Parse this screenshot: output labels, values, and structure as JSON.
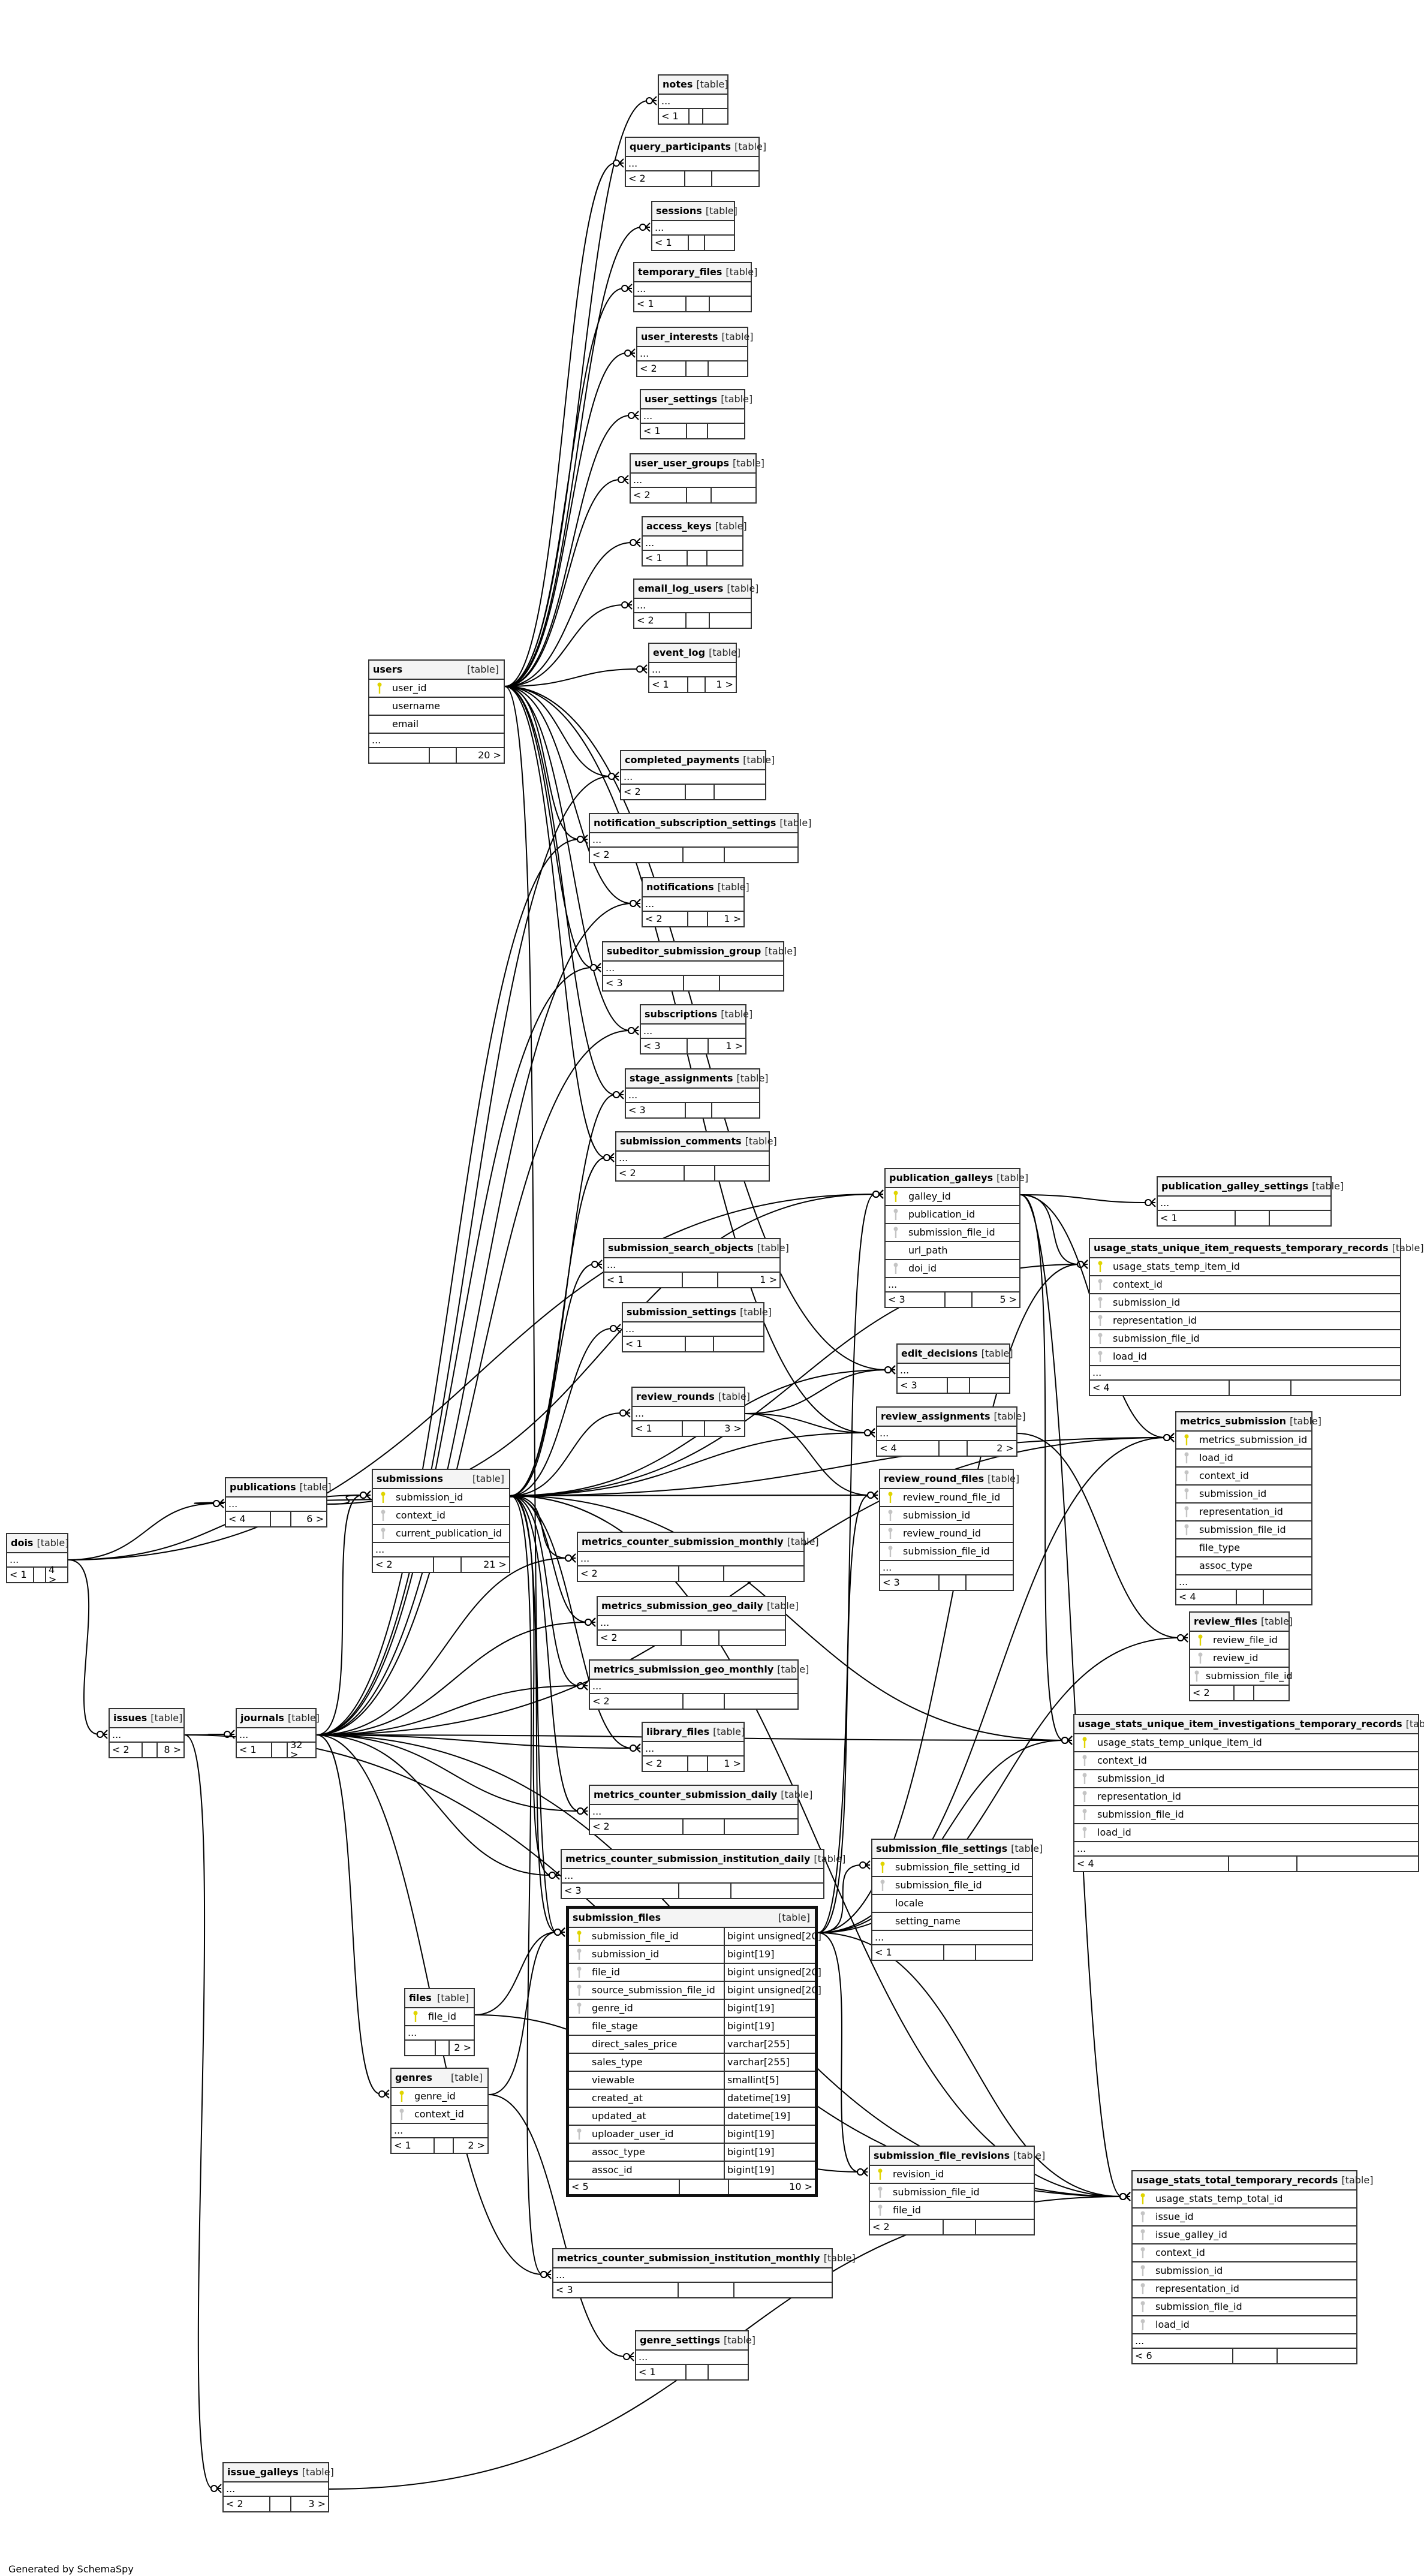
{
  "tag_label": "[table]",
  "ellipsis": "...",
  "footer_text": "Generated by SchemaSpy",
  "colors": {
    "primary_key": "#e0d400",
    "foreign_key": "#c4c4c4",
    "header_bg": "#f4f4f4"
  },
  "tables": [
    {
      "name": "notes",
      "cols": [],
      "ellipsis": true,
      "parents": "< 1",
      "children": ""
    },
    {
      "name": "query_participants",
      "cols": [],
      "ellipsis": true,
      "parents": "< 2",
      "children": ""
    },
    {
      "name": "sessions",
      "cols": [],
      "ellipsis": true,
      "parents": "< 1",
      "children": ""
    },
    {
      "name": "temporary_files",
      "cols": [],
      "ellipsis": true,
      "parents": "< 1",
      "children": ""
    },
    {
      "name": "user_interests",
      "cols": [],
      "ellipsis": true,
      "parents": "< 2",
      "children": ""
    },
    {
      "name": "user_settings",
      "cols": [],
      "ellipsis": true,
      "parents": "< 1",
      "children": ""
    },
    {
      "name": "user_user_groups",
      "cols": [],
      "ellipsis": true,
      "parents": "< 2",
      "children": ""
    },
    {
      "name": "access_keys",
      "cols": [],
      "ellipsis": true,
      "parents": "< 1",
      "children": ""
    },
    {
      "name": "email_log_users",
      "cols": [],
      "ellipsis": true,
      "parents": "< 2",
      "children": ""
    },
    {
      "name": "event_log",
      "cols": [],
      "ellipsis": true,
      "parents": "< 1",
      "children": "1 >"
    },
    {
      "name": "users",
      "cols": [
        {
          "name": "user_id",
          "key": "pk"
        },
        {
          "name": "username",
          "key": ""
        },
        {
          "name": "email",
          "key": ""
        }
      ],
      "ellipsis": true,
      "parents": "",
      "children": "20 >"
    },
    {
      "name": "completed_payments",
      "cols": [],
      "ellipsis": true,
      "parents": "< 2",
      "children": ""
    },
    {
      "name": "notification_subscription_settings",
      "cols": [],
      "ellipsis": true,
      "parents": "< 2",
      "children": ""
    },
    {
      "name": "notifications",
      "cols": [],
      "ellipsis": true,
      "parents": "< 2",
      "children": "1 >"
    },
    {
      "name": "subeditor_submission_group",
      "cols": [],
      "ellipsis": true,
      "parents": "< 3",
      "children": ""
    },
    {
      "name": "subscriptions",
      "cols": [],
      "ellipsis": true,
      "parents": "< 3",
      "children": "1 >"
    },
    {
      "name": "stage_assignments",
      "cols": [],
      "ellipsis": true,
      "parents": "< 3",
      "children": ""
    },
    {
      "name": "submission_comments",
      "cols": [],
      "ellipsis": true,
      "parents": "< 2",
      "children": ""
    },
    {
      "name": "publication_galleys",
      "cols": [
        {
          "name": "galley_id",
          "key": "pk"
        },
        {
          "name": "publication_id",
          "key": "fk"
        },
        {
          "name": "submission_file_id",
          "key": "fk"
        },
        {
          "name": "url_path",
          "key": ""
        },
        {
          "name": "doi_id",
          "key": "fk"
        }
      ],
      "ellipsis": true,
      "parents": "< 3",
      "children": "5 >"
    },
    {
      "name": "publication_galley_settings",
      "cols": [],
      "ellipsis": true,
      "parents": "< 1",
      "children": ""
    },
    {
      "name": "usage_stats_unique_item_requests_temporary_records",
      "cols": [
        {
          "name": "usage_stats_temp_item_id",
          "key": "pk"
        },
        {
          "name": "context_id",
          "key": "fk"
        },
        {
          "name": "submission_id",
          "key": "fk"
        },
        {
          "name": "representation_id",
          "key": "fk"
        },
        {
          "name": "submission_file_id",
          "key": "fk"
        },
        {
          "name": "load_id",
          "key": "fk"
        }
      ],
      "ellipsis": true,
      "parents": "< 4",
      "children": ""
    },
    {
      "name": "submission_search_objects",
      "cols": [],
      "ellipsis": true,
      "parents": "< 1",
      "children": "1 >"
    },
    {
      "name": "submission_settings",
      "cols": [],
      "ellipsis": true,
      "parents": "< 1",
      "children": ""
    },
    {
      "name": "edit_decisions",
      "cols": [],
      "ellipsis": true,
      "parents": "< 3",
      "children": ""
    },
    {
      "name": "review_rounds",
      "cols": [],
      "ellipsis": true,
      "parents": "< 1",
      "children": "3 >"
    },
    {
      "name": "review_assignments",
      "cols": [],
      "ellipsis": true,
      "parents": "< 4",
      "children": "2 >"
    },
    {
      "name": "metrics_submission",
      "cols": [
        {
          "name": "metrics_submission_id",
          "key": "pk"
        },
        {
          "name": "load_id",
          "key": "fk"
        },
        {
          "name": "context_id",
          "key": "fk"
        },
        {
          "name": "submission_id",
          "key": "fk"
        },
        {
          "name": "representation_id",
          "key": "fk"
        },
        {
          "name": "submission_file_id",
          "key": "fk"
        },
        {
          "name": "file_type",
          "key": ""
        },
        {
          "name": "assoc_type",
          "key": ""
        }
      ],
      "ellipsis": true,
      "parents": "< 4",
      "children": ""
    },
    {
      "name": "publications",
      "cols": [],
      "ellipsis": true,
      "parents": "< 4",
      "children": "6 >"
    },
    {
      "name": "submissions",
      "cols": [
        {
          "name": "submission_id",
          "key": "pk"
        },
        {
          "name": "context_id",
          "key": "fk"
        },
        {
          "name": "current_publication_id",
          "key": "fk"
        }
      ],
      "ellipsis": true,
      "parents": "< 2",
      "children": "21 >"
    },
    {
      "name": "review_round_files",
      "cols": [
        {
          "name": "review_round_file_id",
          "key": "pk"
        },
        {
          "name": "submission_id",
          "key": "fk"
        },
        {
          "name": "review_round_id",
          "key": "fk"
        },
        {
          "name": "submission_file_id",
          "key": "fk"
        }
      ],
      "ellipsis": true,
      "parents": "< 3",
      "children": ""
    },
    {
      "name": "dois",
      "cols": [],
      "ellipsis": true,
      "parents": "< 1",
      "children": "4 >"
    },
    {
      "name": "metrics_counter_submission_monthly",
      "cols": [],
      "ellipsis": true,
      "parents": "< 2",
      "children": ""
    },
    {
      "name": "metrics_submission_geo_daily",
      "cols": [],
      "ellipsis": true,
      "parents": "< 2",
      "children": ""
    },
    {
      "name": "review_files",
      "cols": [
        {
          "name": "review_file_id",
          "key": "pk"
        },
        {
          "name": "review_id",
          "key": "fk"
        },
        {
          "name": "submission_file_id",
          "key": "fk"
        }
      ],
      "ellipsis": false,
      "parents": "< 2",
      "children": ""
    },
    {
      "name": "metrics_submission_geo_monthly",
      "cols": [],
      "ellipsis": true,
      "parents": "< 2",
      "children": ""
    },
    {
      "name": "usage_stats_unique_item_investigations_temporary_records",
      "cols": [
        {
          "name": "usage_stats_temp_unique_item_id",
          "key": "pk"
        },
        {
          "name": "context_id",
          "key": "fk"
        },
        {
          "name": "submission_id",
          "key": "fk"
        },
        {
          "name": "representation_id",
          "key": "fk"
        },
        {
          "name": "submission_file_id",
          "key": "fk"
        },
        {
          "name": "load_id",
          "key": "fk"
        }
      ],
      "ellipsis": true,
      "parents": "< 4",
      "children": ""
    },
    {
      "name": "issues",
      "cols": [],
      "ellipsis": true,
      "parents": "< 2",
      "children": "8 >"
    },
    {
      "name": "journals",
      "cols": [],
      "ellipsis": true,
      "parents": "< 1",
      "children": "32 >"
    },
    {
      "name": "library_files",
      "cols": [],
      "ellipsis": true,
      "parents": "< 2",
      "children": "1 >"
    },
    {
      "name": "metrics_counter_submission_daily",
      "cols": [],
      "ellipsis": true,
      "parents": "< 2",
      "children": ""
    },
    {
      "name": "metrics_counter_submission_institution_daily",
      "cols": [],
      "ellipsis": true,
      "parents": "< 3",
      "children": ""
    },
    {
      "name": "submission_file_settings",
      "cols": [
        {
          "name": "submission_file_setting_id",
          "key": "pk"
        },
        {
          "name": "submission_file_id",
          "key": "fk"
        },
        {
          "name": "locale",
          "key": ""
        },
        {
          "name": "setting_name",
          "key": ""
        }
      ],
      "ellipsis": true,
      "parents": "< 1",
      "children": ""
    },
    {
      "name": "submission_files",
      "focus": true,
      "cols": [
        {
          "name": "submission_file_id",
          "key": "pk",
          "type": "bigint unsigned[20]"
        },
        {
          "name": "submission_id",
          "key": "fk",
          "type": "bigint[19]"
        },
        {
          "name": "file_id",
          "key": "fk",
          "type": "bigint unsigned[20]"
        },
        {
          "name": "source_submission_file_id",
          "key": "fk",
          "type": "bigint unsigned[20]"
        },
        {
          "name": "genre_id",
          "key": "fk",
          "type": "bigint[19]"
        },
        {
          "name": "file_stage",
          "key": "",
          "type": "bigint[19]"
        },
        {
          "name": "direct_sales_price",
          "key": "",
          "type": "varchar[255]"
        },
        {
          "name": "sales_type",
          "key": "",
          "type": "varchar[255]"
        },
        {
          "name": "viewable",
          "key": "",
          "type": "smallint[5]"
        },
        {
          "name": "created_at",
          "key": "",
          "type": "datetime[19]"
        },
        {
          "name": "updated_at",
          "key": "",
          "type": "datetime[19]"
        },
        {
          "name": "uploader_user_id",
          "key": "fk",
          "type": "bigint[19]"
        },
        {
          "name": "assoc_type",
          "key": "",
          "type": "bigint[19]"
        },
        {
          "name": "assoc_id",
          "key": "",
          "type": "bigint[19]"
        }
      ],
      "ellipsis": false,
      "parents": "< 5",
      "children": "10 >"
    },
    {
      "name": "files",
      "cols": [
        {
          "name": "file_id",
          "key": "pk"
        }
      ],
      "ellipsis": true,
      "parents": "",
      "children": "2 >"
    },
    {
      "name": "genres",
      "cols": [
        {
          "name": "genre_id",
          "key": "pk"
        },
        {
          "name": "context_id",
          "key": "fk"
        }
      ],
      "ellipsis": true,
      "parents": "< 1",
      "children": "2 >"
    },
    {
      "name": "submission_file_revisions",
      "cols": [
        {
          "name": "revision_id",
          "key": "pk"
        },
        {
          "name": "submission_file_id",
          "key": "fk"
        },
        {
          "name": "file_id",
          "key": "fk"
        }
      ],
      "ellipsis": false,
      "parents": "< 2",
      "children": ""
    },
    {
      "name": "usage_stats_total_temporary_records",
      "cols": [
        {
          "name": "usage_stats_temp_total_id",
          "key": "pk"
        },
        {
          "name": "issue_id",
          "key": "fk"
        },
        {
          "name": "issue_galley_id",
          "key": "fk"
        },
        {
          "name": "context_id",
          "key": "fk"
        },
        {
          "name": "submission_id",
          "key": "fk"
        },
        {
          "name": "representation_id",
          "key": "fk"
        },
        {
          "name": "submission_file_id",
          "key": "fk"
        },
        {
          "name": "load_id",
          "key": "fk"
        }
      ],
      "ellipsis": true,
      "parents": "< 6",
      "children": ""
    },
    {
      "name": "metrics_counter_submission_institution_monthly",
      "cols": [],
      "ellipsis": true,
      "parents": "< 3",
      "children": ""
    },
    {
      "name": "genre_settings",
      "cols": [],
      "ellipsis": true,
      "parents": "< 1",
      "children": ""
    },
    {
      "name": "issue_galleys",
      "cols": [],
      "ellipsis": true,
      "parents": "< 2",
      "children": "3 >"
    }
  ]
}
